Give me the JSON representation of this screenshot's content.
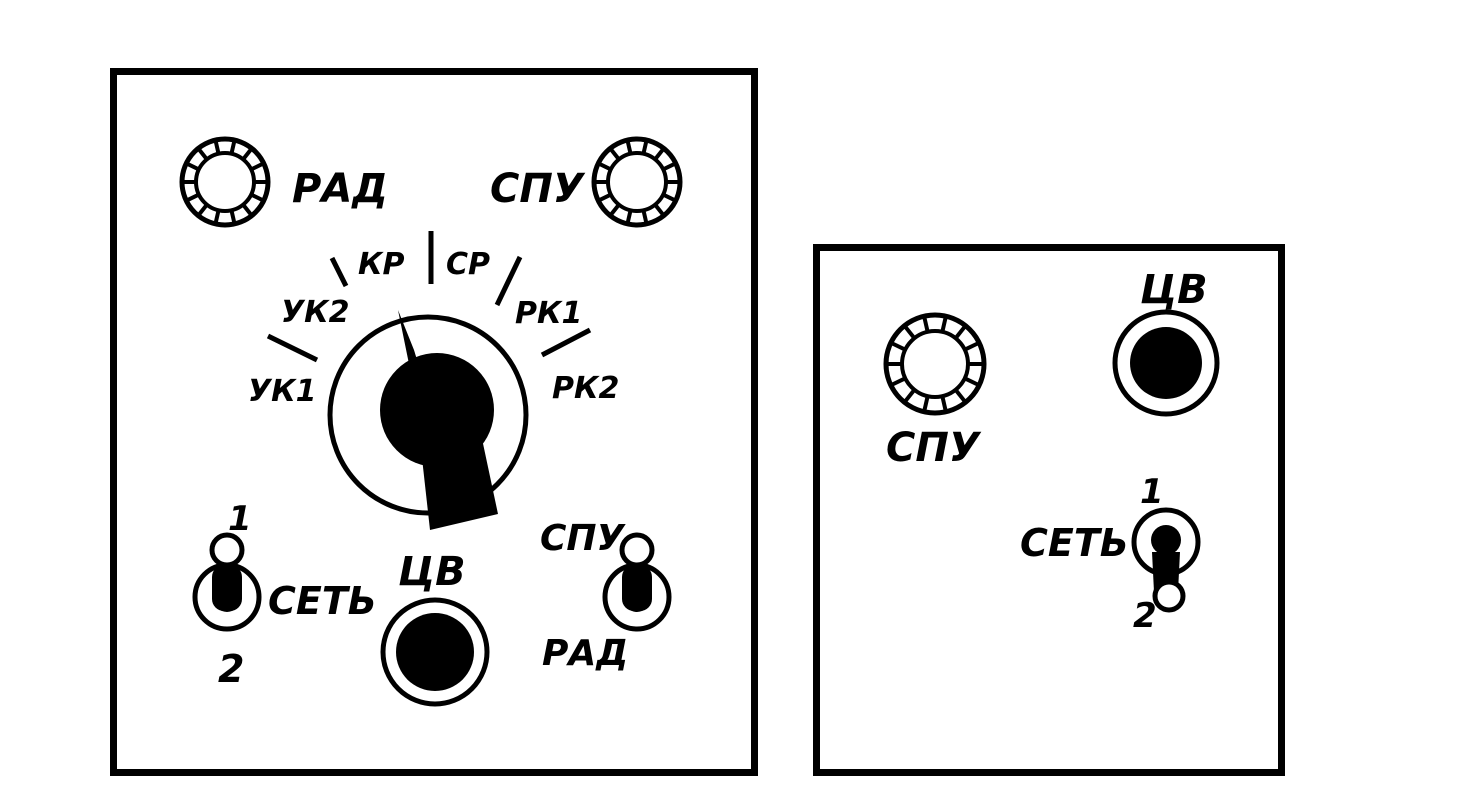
{
  "main_panel": {
    "indicator_left_label": "РАД",
    "indicator_right_label": "СПУ",
    "selector": {
      "positions": [
        "УК1",
        "УК2",
        "КР",
        "СР",
        "РК1",
        "РК2"
      ],
      "selected": "КР"
    },
    "power_switch": {
      "label": "СЕТЬ",
      "pos1": "1",
      "pos2": "2"
    },
    "call_button_label": "ЦВ",
    "mode_switch": {
      "top_label": "СПУ",
      "bottom_label": "РАД"
    }
  },
  "secondary_panel": {
    "indicator_label": "СПУ",
    "call_button_label": "ЦВ",
    "power_switch": {
      "label": "СЕТЬ",
      "pos1": "1",
      "pos2": "2"
    }
  }
}
